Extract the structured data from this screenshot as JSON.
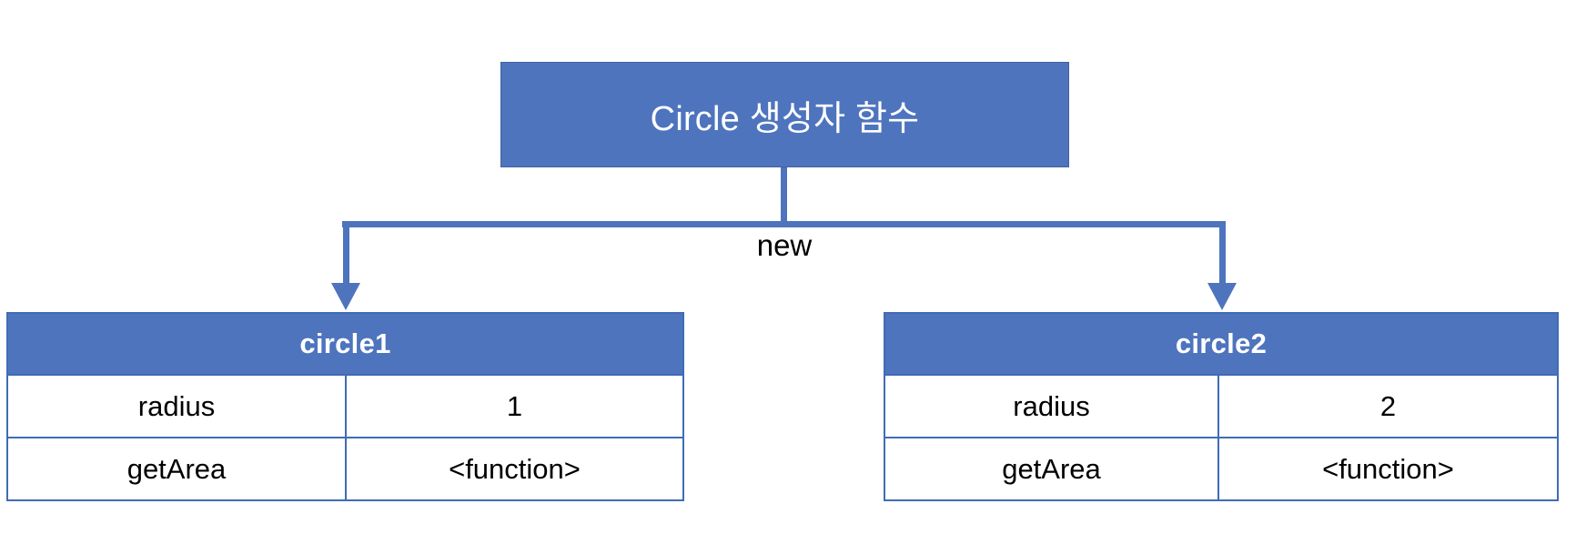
{
  "diagram": {
    "constructor_box": {
      "label": "Circle 생성자 함수"
    },
    "edge": {
      "label": "new"
    },
    "objects": [
      {
        "name": "circle1",
        "rows": [
          {
            "key": "radius",
            "value": "1"
          },
          {
            "key": "getArea",
            "value": "<function>"
          }
        ]
      },
      {
        "name": "circle2",
        "rows": [
          {
            "key": "radius",
            "value": "2"
          },
          {
            "key": "getArea",
            "value": "<function>"
          }
        ]
      }
    ],
    "colors": {
      "fill_blue": "#4E74BE",
      "border_blue": "#3F6CB5",
      "header_text": "#FFFFFF",
      "body_text": "#000000",
      "background": "#FFFFFF"
    }
  }
}
